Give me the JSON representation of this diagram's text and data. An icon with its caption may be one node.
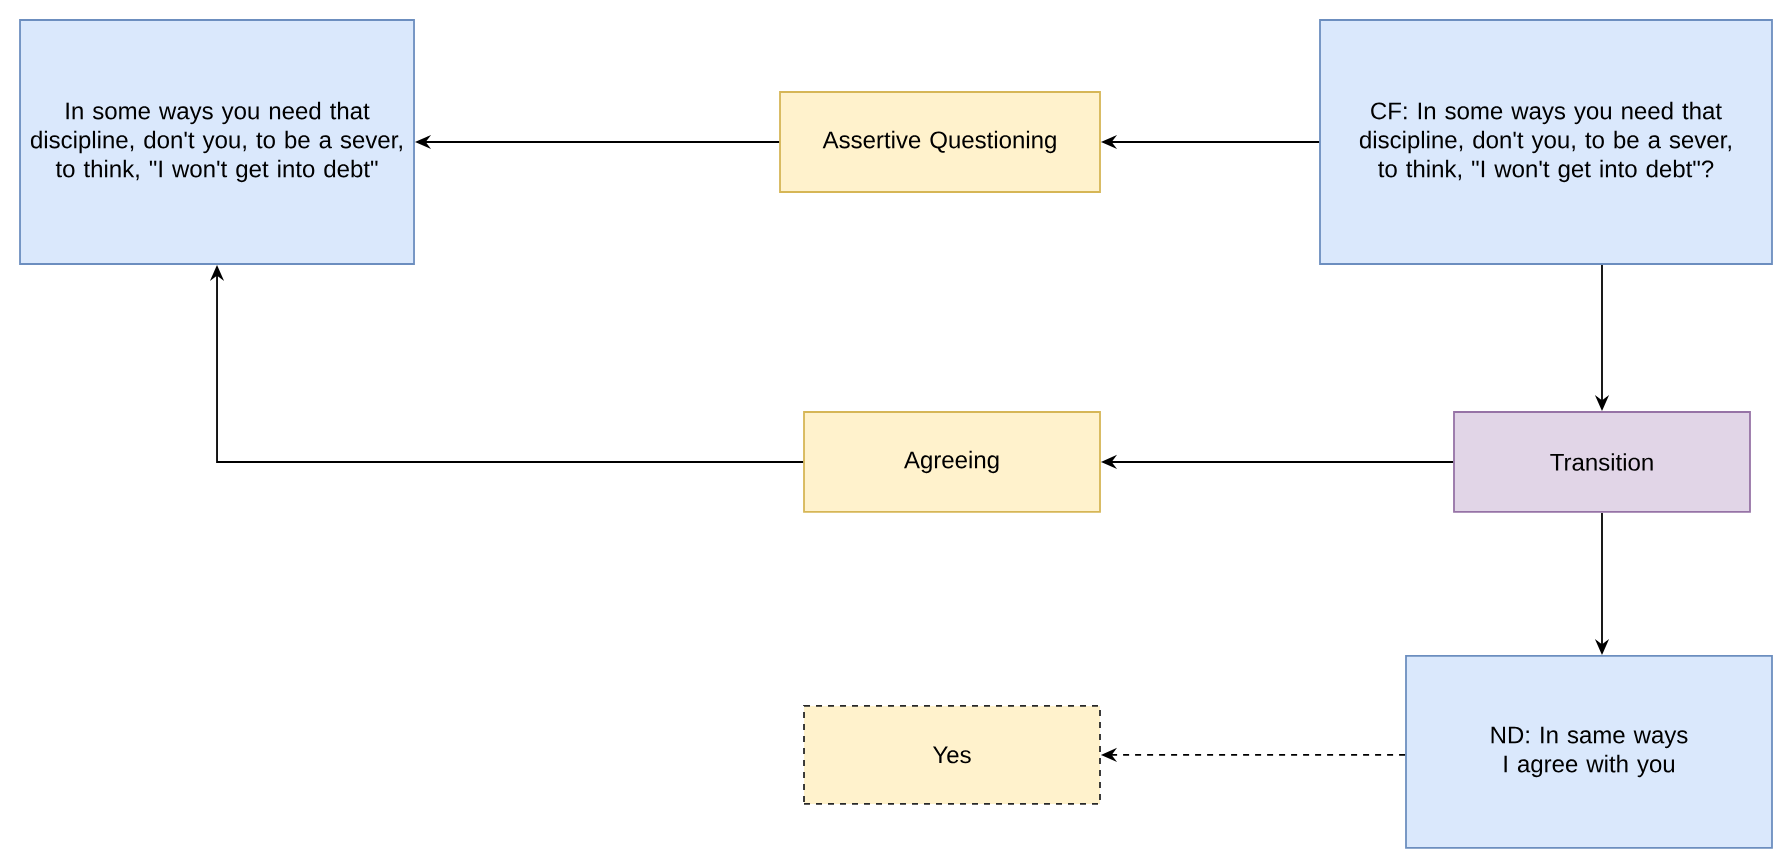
{
  "diagram": {
    "nodes": [
      {
        "text": [
          "In some ways you need that discipline, don't you, to be a sever, to think, \"I won't get into debt\""
        ]
      },
      {
        "text": [
          "Assertive Questioning"
        ]
      },
      {
        "text": [
          "CF: In some ways you need that discipline, don't you, to be a sever, to think, \"I won't get into debt\"?"
        ]
      },
      {
        "text": [
          "Agreeing"
        ]
      },
      {
        "text": [
          "Transition"
        ]
      },
      {
        "text": [
          "ND: In same ways I agree with you"
        ]
      },
      {
        "text": [
          "Yes"
        ]
      }
    ],
    "edges": [
      {
        "from": 2,
        "to": 1,
        "arrow": "to"
      },
      {
        "from": 1,
        "to": 0,
        "arrow": "to"
      },
      {
        "from": 2,
        "to": 4,
        "arrow": "to"
      },
      {
        "from": 4,
        "to": 3,
        "arrow": "to"
      },
      {
        "from": 3,
        "to": 0,
        "arrow": "to"
      },
      {
        "from": 4,
        "to": 5,
        "arrow": "to"
      },
      {
        "from": 5,
        "to": 6,
        "arrow": "to",
        "style": "dashed"
      }
    ]
  }
}
